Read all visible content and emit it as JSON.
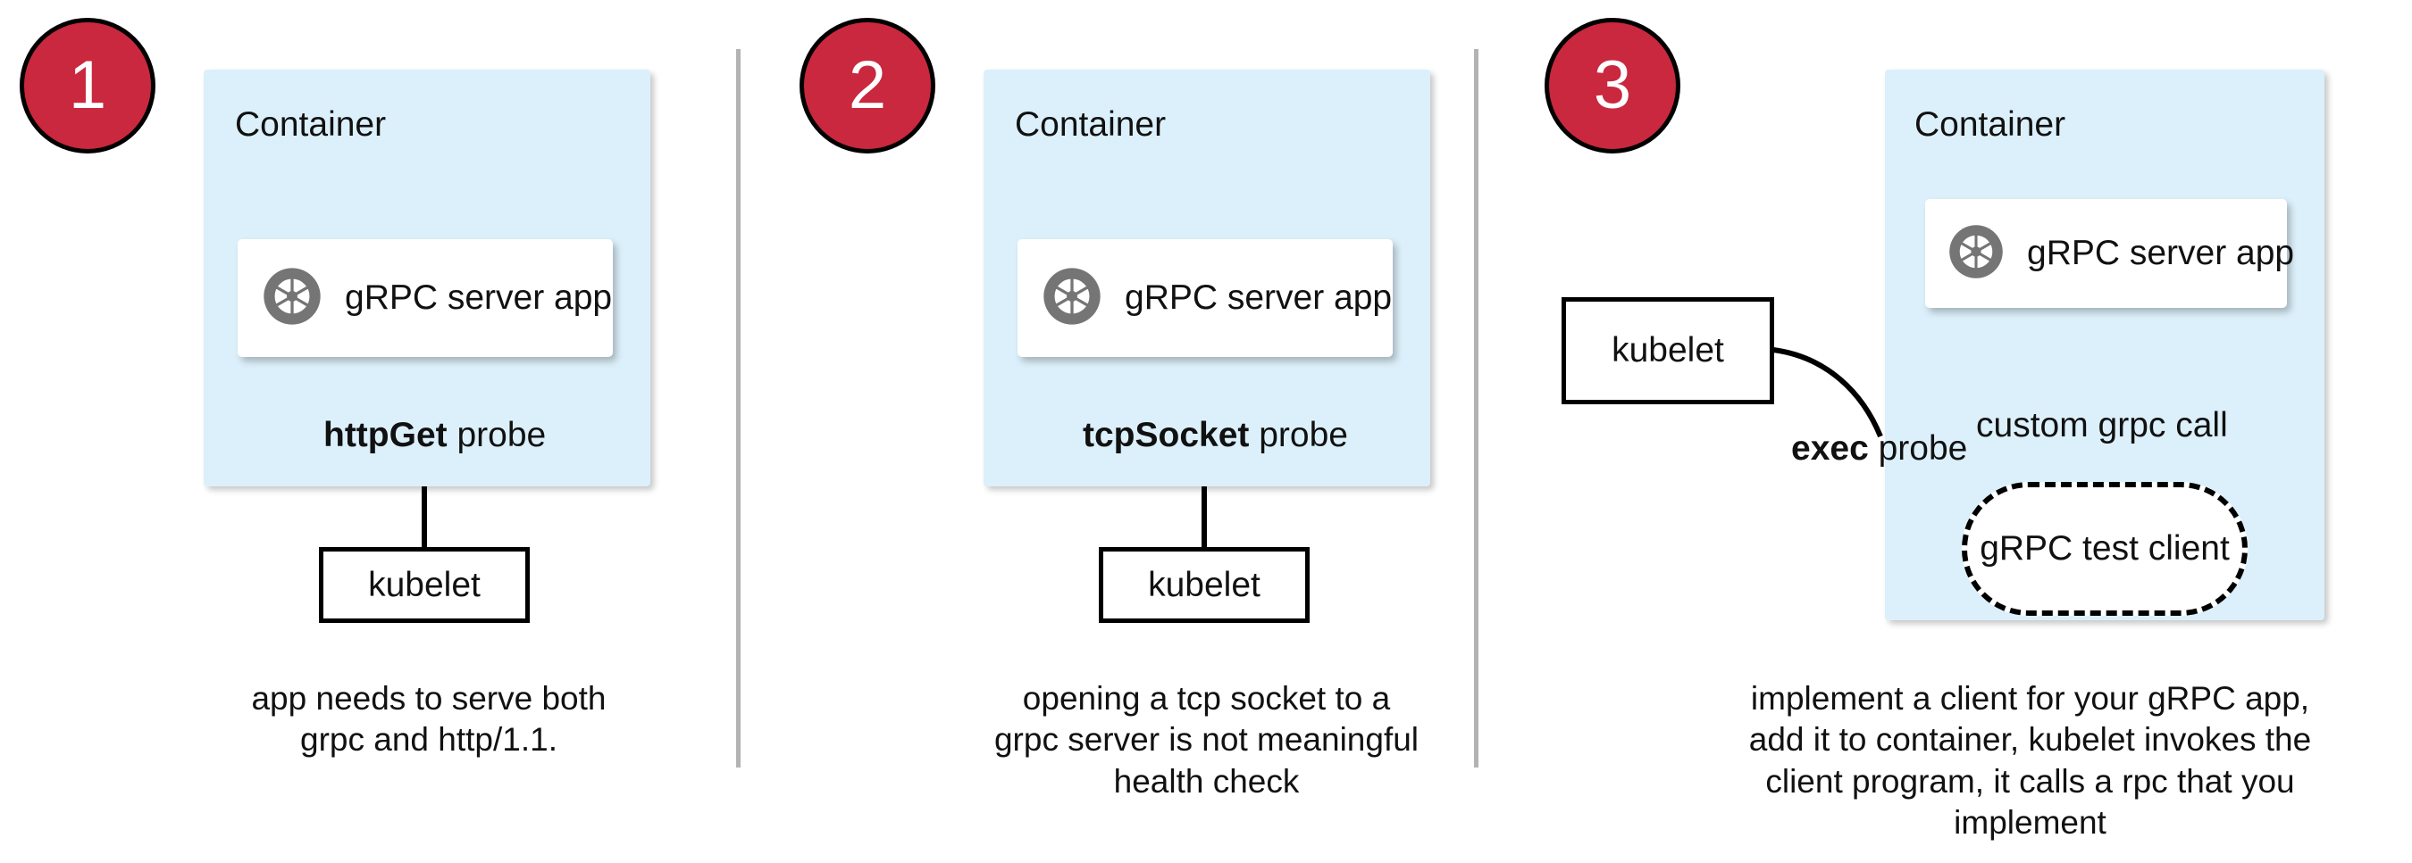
{
  "diagram": {
    "title": "Kubernetes gRPC health probe approaches",
    "colors": {
      "badge_fill": "#c9283e",
      "badge_border": "#000000",
      "badge_text": "#ffffff",
      "container_fill": "#dcf0fb",
      "card_fill": "#ffffff",
      "stroke": "#000000",
      "divider": "#b3b3b3",
      "icon_gray": "#757575",
      "text": "#111111"
    },
    "panels": [
      {
        "badge": "1",
        "container_label": "Container",
        "app_label": "gRPC server app",
        "app_icon": "grpc-aperture-icon",
        "probe_label_bold": "httpGet",
        "probe_label_rest": " probe",
        "kubelet_label": "kubelet",
        "caption": "app needs to serve both grpc and http/1.1."
      },
      {
        "badge": "2",
        "container_label": "Container",
        "app_label": "gRPC server app",
        "app_icon": "grpc-aperture-icon",
        "probe_label_bold": "tcpSocket",
        "probe_label_rest": " probe",
        "kubelet_label": "kubelet",
        "caption": "opening a tcp socket to a grpc server is not meaningful health check"
      },
      {
        "badge": "3",
        "container_label": "Container",
        "app_label": "gRPC server app",
        "app_icon": "grpc-aperture-icon",
        "probe_label_bold": "exec",
        "probe_label_rest": " probe",
        "kubelet_label": "kubelet",
        "client_label": "gRPC test client",
        "inner_call_label": "custom grpc call",
        "caption": "implement a client for your gRPC app, add it to container, kubelet invokes the client program, it calls a rpc that you implement"
      }
    ]
  }
}
